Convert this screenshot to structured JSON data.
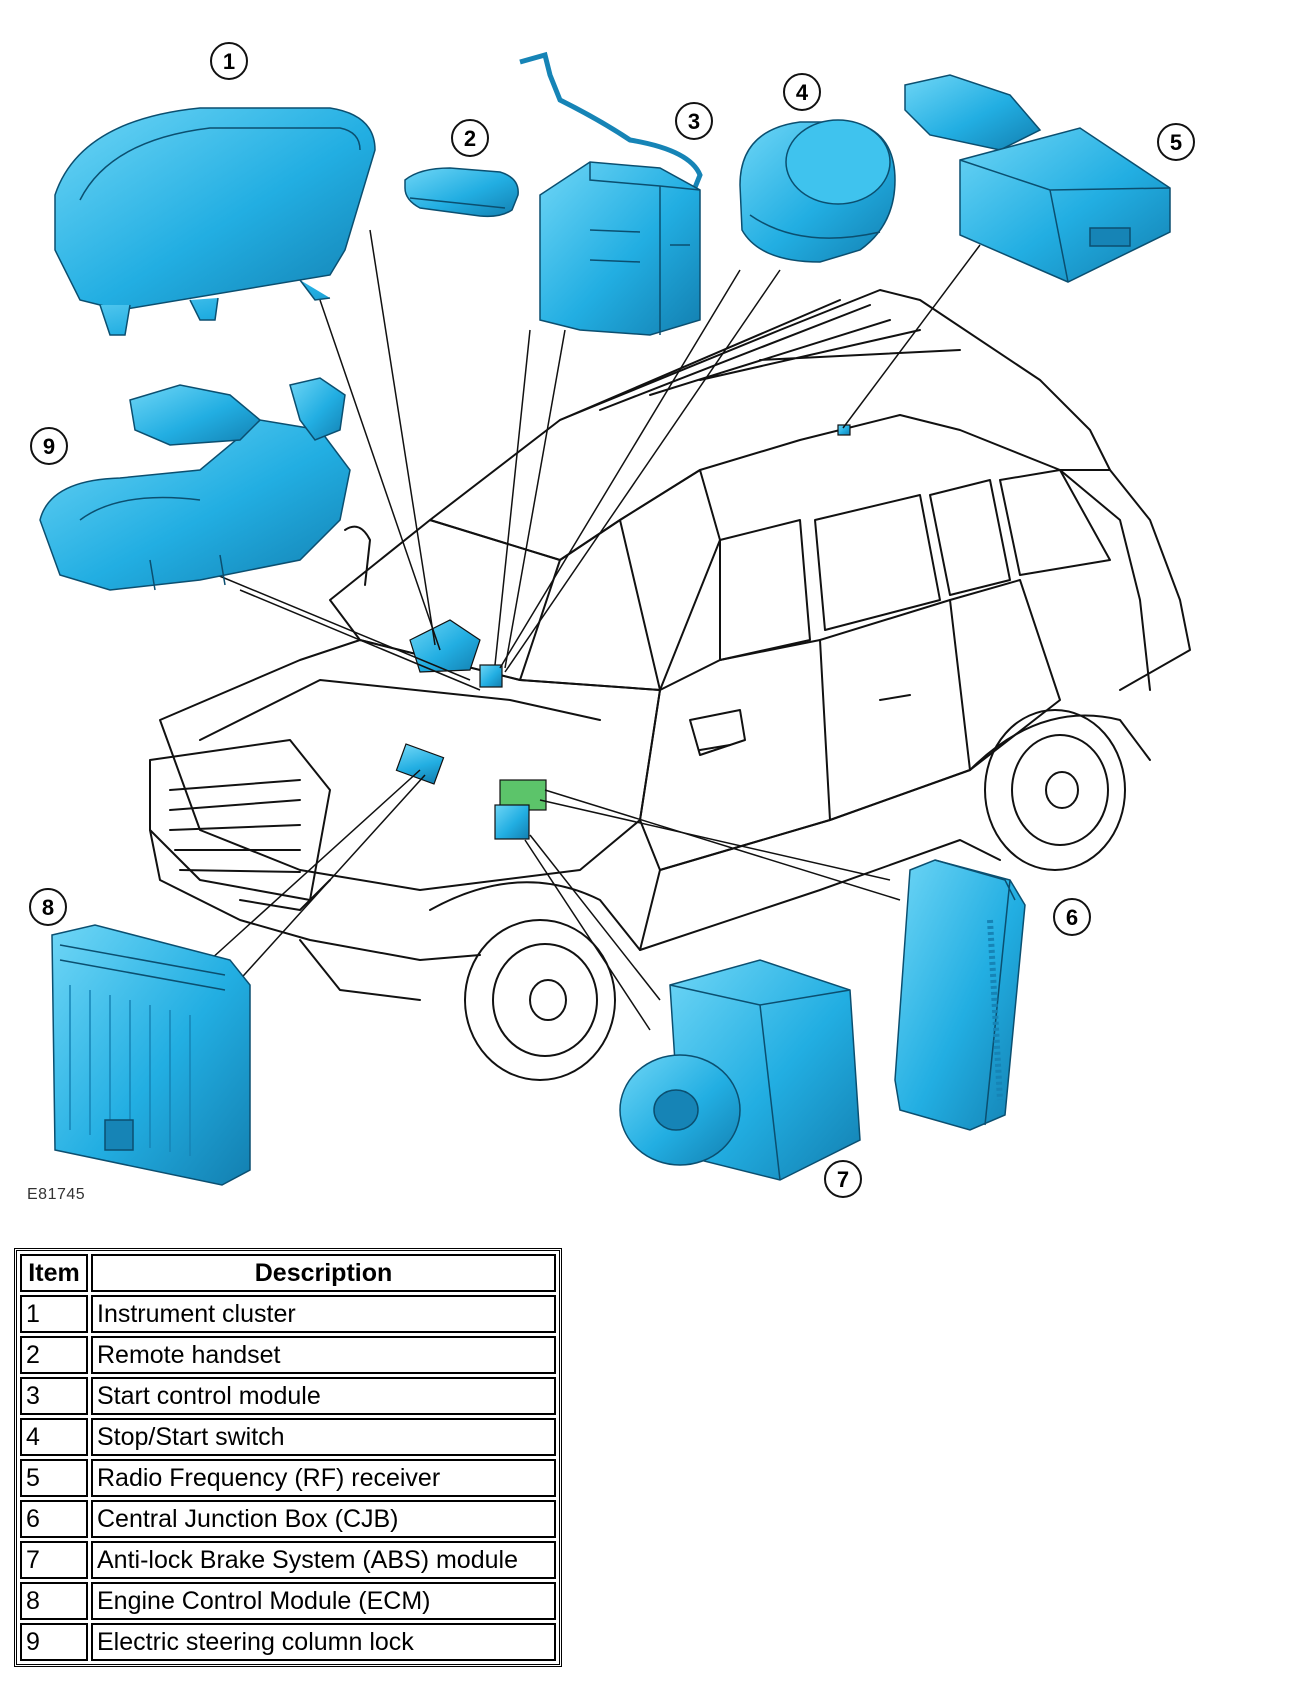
{
  "figure_id": "E81745",
  "callouts": [
    "1",
    "2",
    "3",
    "4",
    "5",
    "6",
    "7",
    "8",
    "9"
  ],
  "legend": {
    "headers": {
      "item": "Item",
      "description": "Description"
    },
    "rows": [
      {
        "item": "1",
        "description": "Instrument cluster"
      },
      {
        "item": "2",
        "description": "Remote handset"
      },
      {
        "item": "3",
        "description": "Start control module"
      },
      {
        "item": "4",
        "description": "Stop/Start switch"
      },
      {
        "item": "5",
        "description": "Radio Frequency (RF) receiver"
      },
      {
        "item": "6",
        "description": "Central Junction Box (CJB)"
      },
      {
        "item": "7",
        "description": "Anti-lock Brake System (ABS) module"
      },
      {
        "item": "8",
        "description": "Engine Control Module (ECM)"
      },
      {
        "item": "9",
        "description": "Electric steering column lock"
      }
    ]
  },
  "colors": {
    "component_fill": "#2fb6e6",
    "component_dark": "#1684b6",
    "outline": "#000000"
  }
}
